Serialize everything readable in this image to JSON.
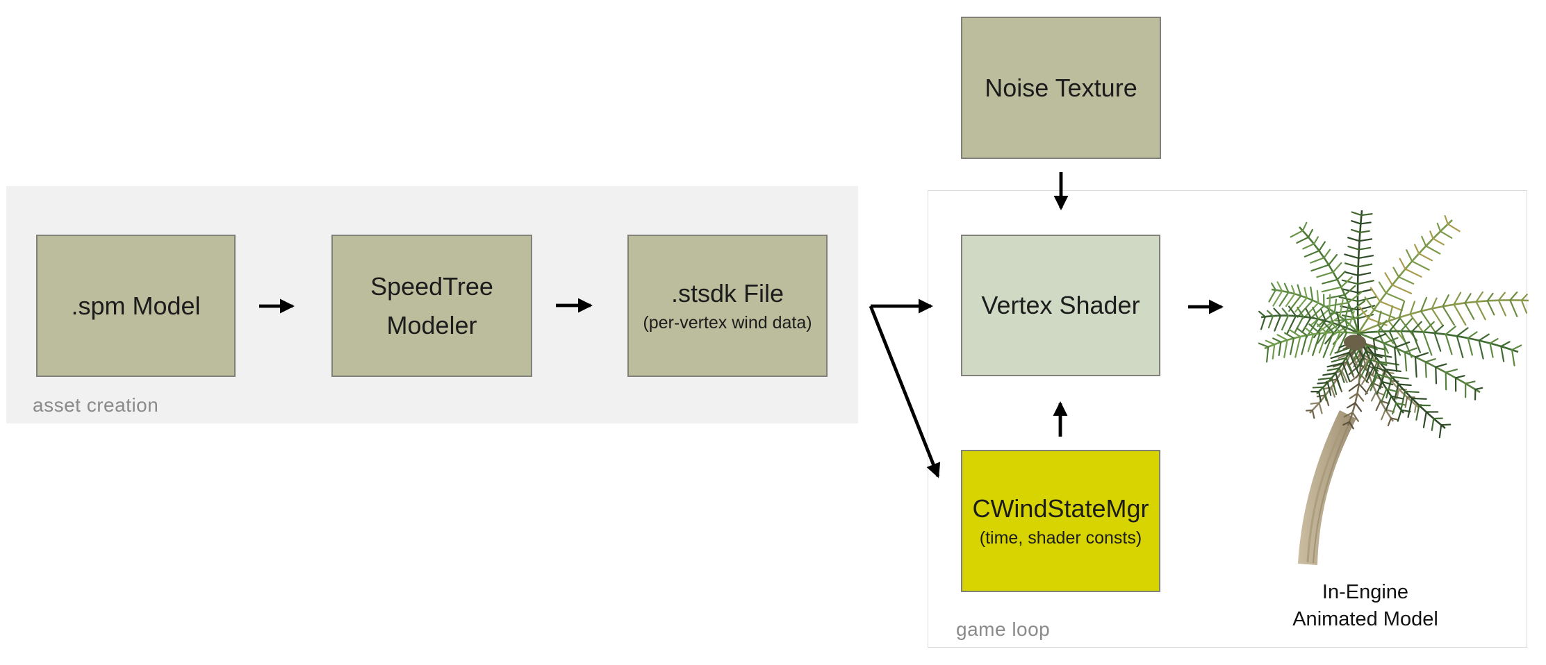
{
  "panels": {
    "asset_creation": "asset creation",
    "game_loop": "game loop"
  },
  "boxes": {
    "spm": {
      "label": ".spm Model"
    },
    "modeler": {
      "label_line1": "SpeedTree",
      "label_line2": "Modeler"
    },
    "stsdk": {
      "label": ".stsdk File",
      "sublabel": "(per-vertex wind data)"
    },
    "noise": {
      "label": "Noise Texture"
    },
    "vertex": {
      "label": "Vertex Shader"
    },
    "cwind": {
      "label": "CWindStateMgr",
      "sublabel": "(time, shader consts)"
    }
  },
  "caption": {
    "line1": "In-Engine",
    "line2": "Animated Model"
  },
  "colors": {
    "box_olive": "#bcbd9c",
    "box_sage": "#cfd9c3",
    "box_yellow": "#d7d402",
    "box_border": "#81817a",
    "asset_panel_bg": "#f1f1f1",
    "game_panel_border": "#d9d9d9",
    "panel_label_gray": "#8a8a8a",
    "arrow_black": "#000000"
  }
}
